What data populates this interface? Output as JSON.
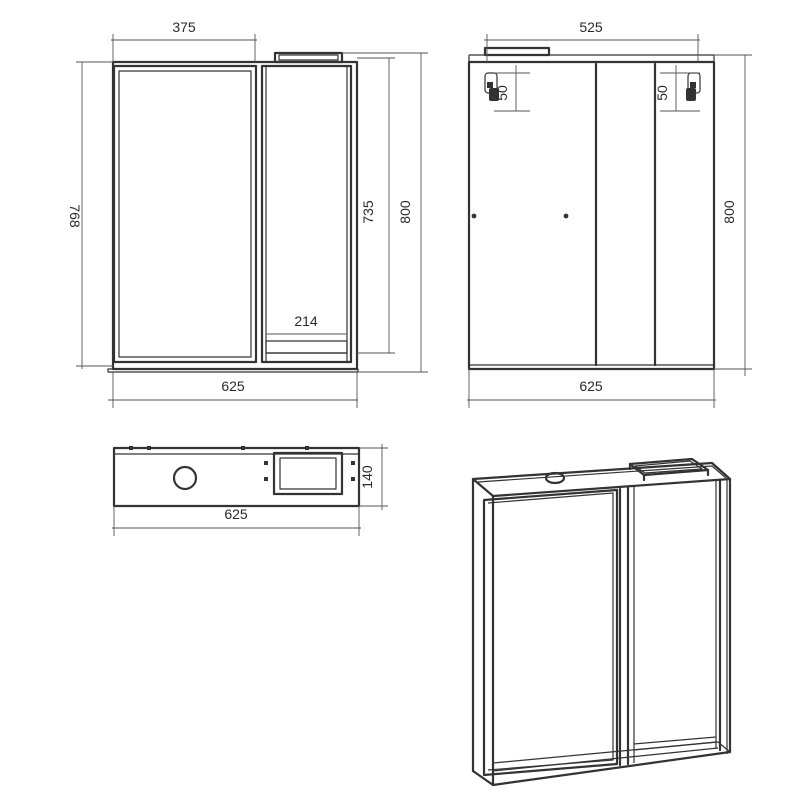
{
  "front_view": {
    "top_width": "375",
    "full_height": "768",
    "inner_height": "735",
    "total_height": "800",
    "shelf_width": "214",
    "bottom_width": "625"
  },
  "back_view": {
    "top_width": "525",
    "hanger_left": "50",
    "hanger_right": "50",
    "total_height": "800",
    "bottom_width": "625"
  },
  "top_view": {
    "depth": "140",
    "width": "625"
  },
  "colors": {
    "line": "#333333",
    "dimension": "#555555"
  }
}
